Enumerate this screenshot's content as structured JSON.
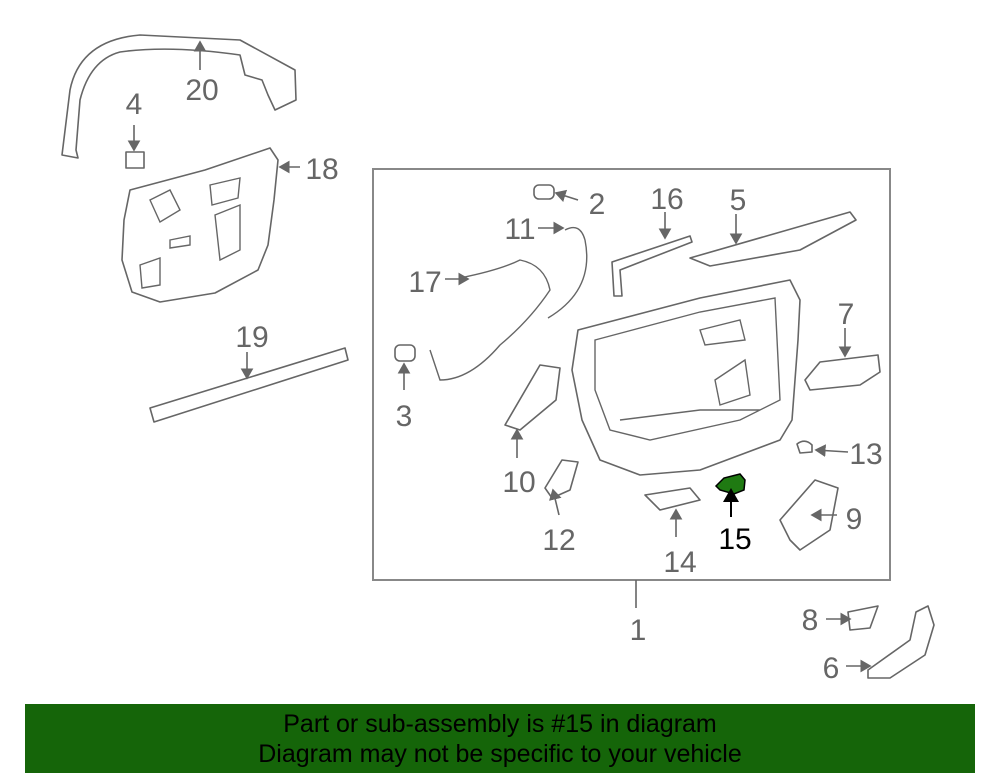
{
  "diagram": {
    "callouts": [
      "1",
      "2",
      "3",
      "4",
      "5",
      "6",
      "7",
      "8",
      "9",
      "10",
      "11",
      "12",
      "13",
      "14",
      "15",
      "16",
      "17",
      "18",
      "19",
      "20"
    ],
    "highlighted_part": "15",
    "highlight_color": "#1f7a12"
  },
  "banner": {
    "line1": "Part or sub-assembly is #15 in diagram",
    "line2": "Diagram may not be specific to your vehicle",
    "background": "#156509"
  }
}
